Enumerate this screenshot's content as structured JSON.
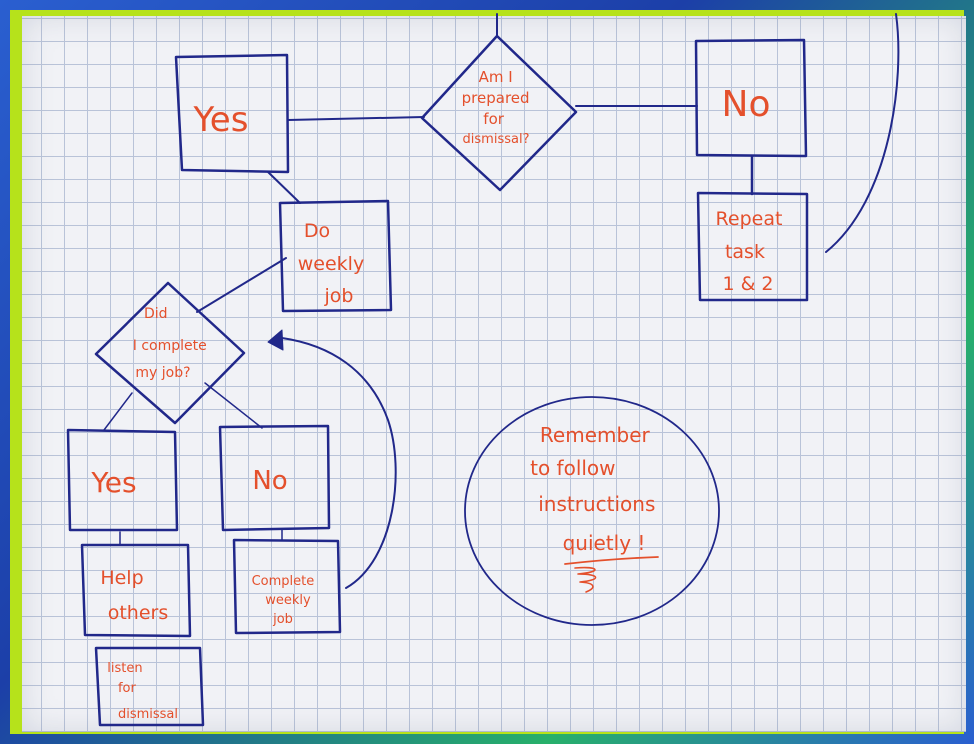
{
  "diagram": {
    "ink_color": "#21288a",
    "text_color": "#e4502c",
    "border_color": "#b6e21b",
    "decision_top": {
      "lines": [
        "Am I",
        "prepared",
        "for",
        "dismissal?"
      ]
    },
    "box_yes_top": {
      "text": "Yes"
    },
    "box_no_top": {
      "text": "No"
    },
    "box_repeat": {
      "lines": [
        "Repeat",
        "task",
        "1 & 2"
      ]
    },
    "box_weekly": {
      "lines": [
        "Do",
        "weekly",
        "job"
      ]
    },
    "decision_job": {
      "lines": [
        "Did",
        "I complete",
        "my job?"
      ]
    },
    "box_yes_bottom": {
      "text": "Yes"
    },
    "box_no_bottom": {
      "text": "No"
    },
    "box_help": {
      "lines": [
        "Help",
        "others"
      ]
    },
    "box_complete": {
      "lines": [
        "Complete",
        "weekly",
        "job"
      ]
    },
    "box_listen": {
      "lines": [
        "listen",
        "for",
        "dismissal"
      ]
    },
    "reminder": {
      "lines": [
        "Remember",
        "to follow",
        "instructions",
        "quietly !"
      ]
    }
  }
}
